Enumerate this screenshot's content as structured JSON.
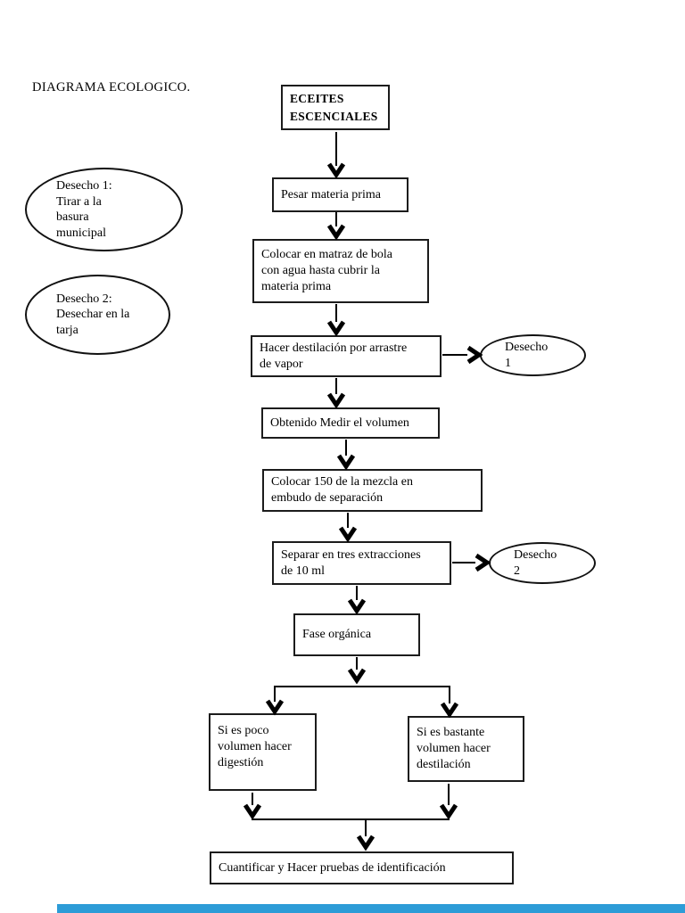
{
  "page_title": "DIAGRAMA ECOLOGICO.",
  "flowchart": {
    "start_label": "ECEITES\nESCENCIALES",
    "steps": {
      "pesar": "Pesar materia prima",
      "matraz": "Colocar en matraz de bola\ncon agua hasta cubrir la\nmateria prima",
      "destilar": "Hacer destilación por arrastre\nde vapor",
      "medir": "Obtenido Medir el volumen",
      "embudo": "Colocar 150 de la mezcla en\nembudo de separación",
      "separar": "Separar en tres extracciones\nde 10 ml",
      "fase_organica": "Fase orgánica",
      "poco_volumen": "Si es poco\nvolumen hacer\ndigestión",
      "bastante_volumen": "Si es bastante\nvolumen hacer\ndestilación",
      "cuantificar": "Cuantificar y Hacer pruebas de identificación"
    },
    "wastes": {
      "desecho1_oval": "Desecho\n1",
      "desecho2_oval": "Desecho\n2"
    },
    "notes": {
      "desecho1": "Desecho 1:\nTirar a la\nbasura\nmunicipal",
      "desecho2": "Desecho 2:\nDesechar en la\ntarja"
    }
  },
  "footer": {
    "progress_bar_color": "#2D9CD7"
  }
}
